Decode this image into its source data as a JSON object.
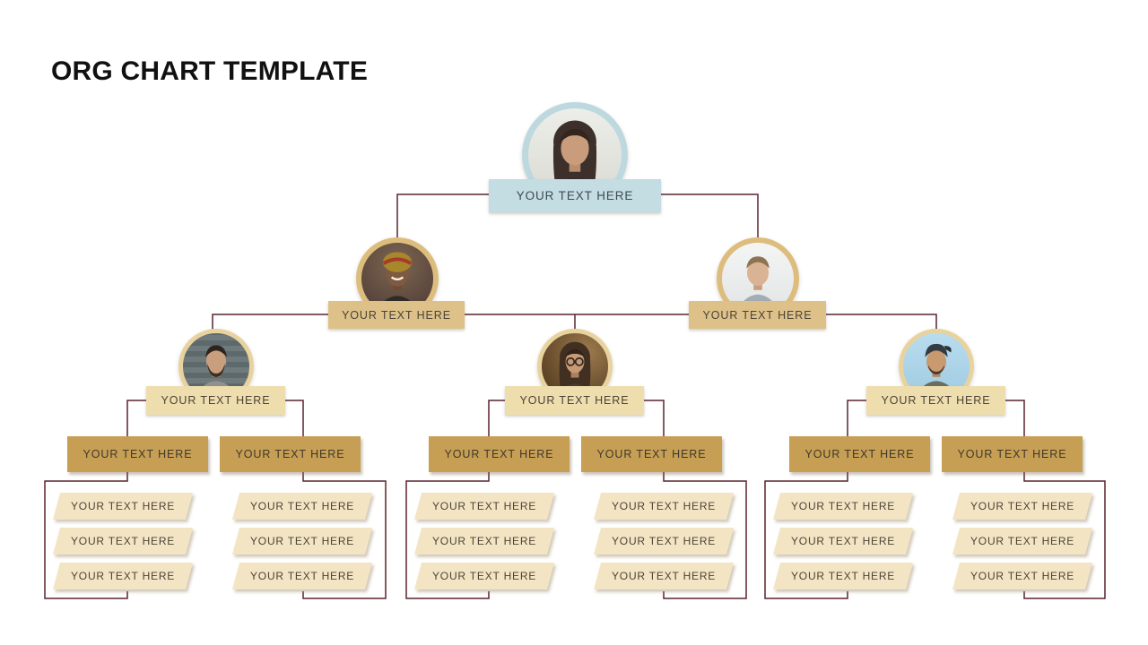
{
  "title": "ORG CHART TEMPLATE",
  "palette": {
    "connector_line": "#5a242e",
    "level1_box": "#c3dde2",
    "level1_ring": "#bdd9df",
    "level2_box": "#ddc189",
    "level2_ring": "#ddbd7e",
    "level3_box": "#eeddad",
    "level3_ring": "#e8d29e",
    "level4_box": "#c79f54",
    "list_item_box": "#f3e5c4",
    "box_text": "#4b4338",
    "title_text": "#111111"
  },
  "tree": {
    "root": {
      "label": "YOUR TEXT HERE",
      "avatar": "woman-long-dark-hair-photo"
    },
    "level2": [
      {
        "label": "YOUR TEXT HERE",
        "avatar": "woman-headwrap-photo"
      },
      {
        "label": "YOUR TEXT HERE",
        "avatar": "man-short-hair-photo"
      }
    ],
    "level3": [
      {
        "label": "YOUR TEXT HERE",
        "avatar": "man-beard-photo"
      },
      {
        "label": "YOUR TEXT HERE",
        "avatar": "woman-glasses-photo"
      },
      {
        "label": "YOUR TEXT HERE",
        "avatar": "man-cap-photo"
      }
    ],
    "level4": [
      "YOUR TEXT HERE",
      "YOUR TEXT HERE",
      "YOUR TEXT HERE",
      "YOUR TEXT HERE",
      "YOUR TEXT HERE",
      "YOUR TEXT HERE"
    ],
    "lists": [
      [
        "YOUR TEXT HERE",
        "YOUR TEXT HERE",
        "YOUR TEXT HERE"
      ],
      [
        "YOUR TEXT HERE",
        "YOUR TEXT HERE",
        "YOUR TEXT HERE"
      ],
      [
        "YOUR TEXT HERE",
        "YOUR TEXT HERE",
        "YOUR TEXT HERE"
      ],
      [
        "YOUR TEXT HERE",
        "YOUR TEXT HERE",
        "YOUR TEXT HERE"
      ],
      [
        "YOUR TEXT HERE",
        "YOUR TEXT HERE",
        "YOUR TEXT HERE"
      ],
      [
        "YOUR TEXT HERE",
        "YOUR TEXT HERE",
        "YOUR TEXT HERE"
      ]
    ]
  }
}
